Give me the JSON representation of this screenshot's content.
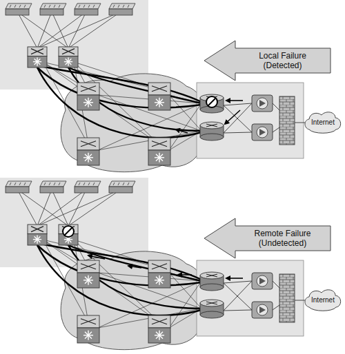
{
  "diagram": {
    "nodes": [
      {
        "text": [
          "Local Failure (Detected)"
        ]
      },
      {
        "text": [
          "Internet"
        ]
      },
      {
        "text": [
          "Remote Failure (Undetected)"
        ]
      },
      {
        "text": [
          "Internet"
        ]
      }
    ]
  }
}
